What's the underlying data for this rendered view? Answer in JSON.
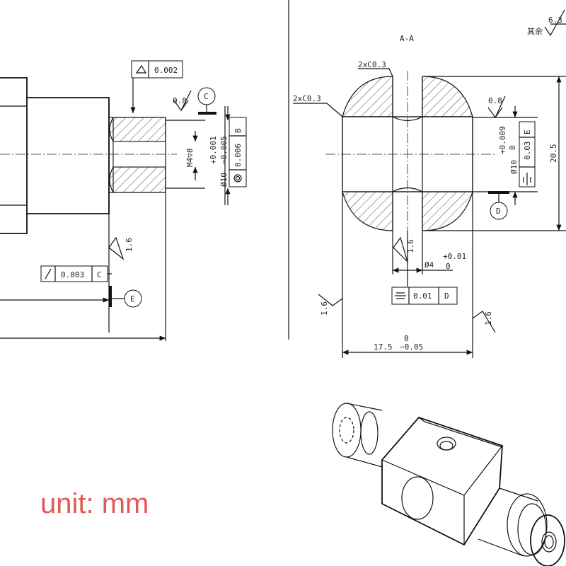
{
  "unit_label": "unit: mm",
  "surface_finish": {
    "general_value": "6.3",
    "general_note": "其余",
    "bore_face": "0.8",
    "ra_16_a": "1.6",
    "ra_16_b": "1.6",
    "ra_16_c": "1.6",
    "ra_16_d": "1.6",
    "section_face": "0.8"
  },
  "section_label": "A-A",
  "chamfers": {
    "top": "2xC0.3",
    "left": "2xC0.3"
  },
  "left_view": {
    "tol_0002": "0.002",
    "tol_0006": "0.006",
    "thread": "M4▽8",
    "diameter": "Ø10",
    "dev_upper": "+0.001",
    "dev_lower": "−0.005",
    "datum_b": "B",
    "datum_c": "C",
    "datum_e": "E",
    "runout_value": "0.003",
    "runout_ref": "C"
  },
  "section_view": {
    "diameter": "Ø10",
    "dev_upper": "+0.009",
    "dev_lower": "0",
    "tol_003": "0.03",
    "datum_e_ref": "E",
    "height": "20.5",
    "datum_d": "D",
    "hole_diameter": "Ø4",
    "hole_dev_upper": "+0.01",
    "hole_dev_lower": "0",
    "sym_value": "0.01",
    "sym_ref": "D",
    "width": "17.5",
    "width_dev_upper": "0",
    "width_dev_lower": "−0.05"
  }
}
